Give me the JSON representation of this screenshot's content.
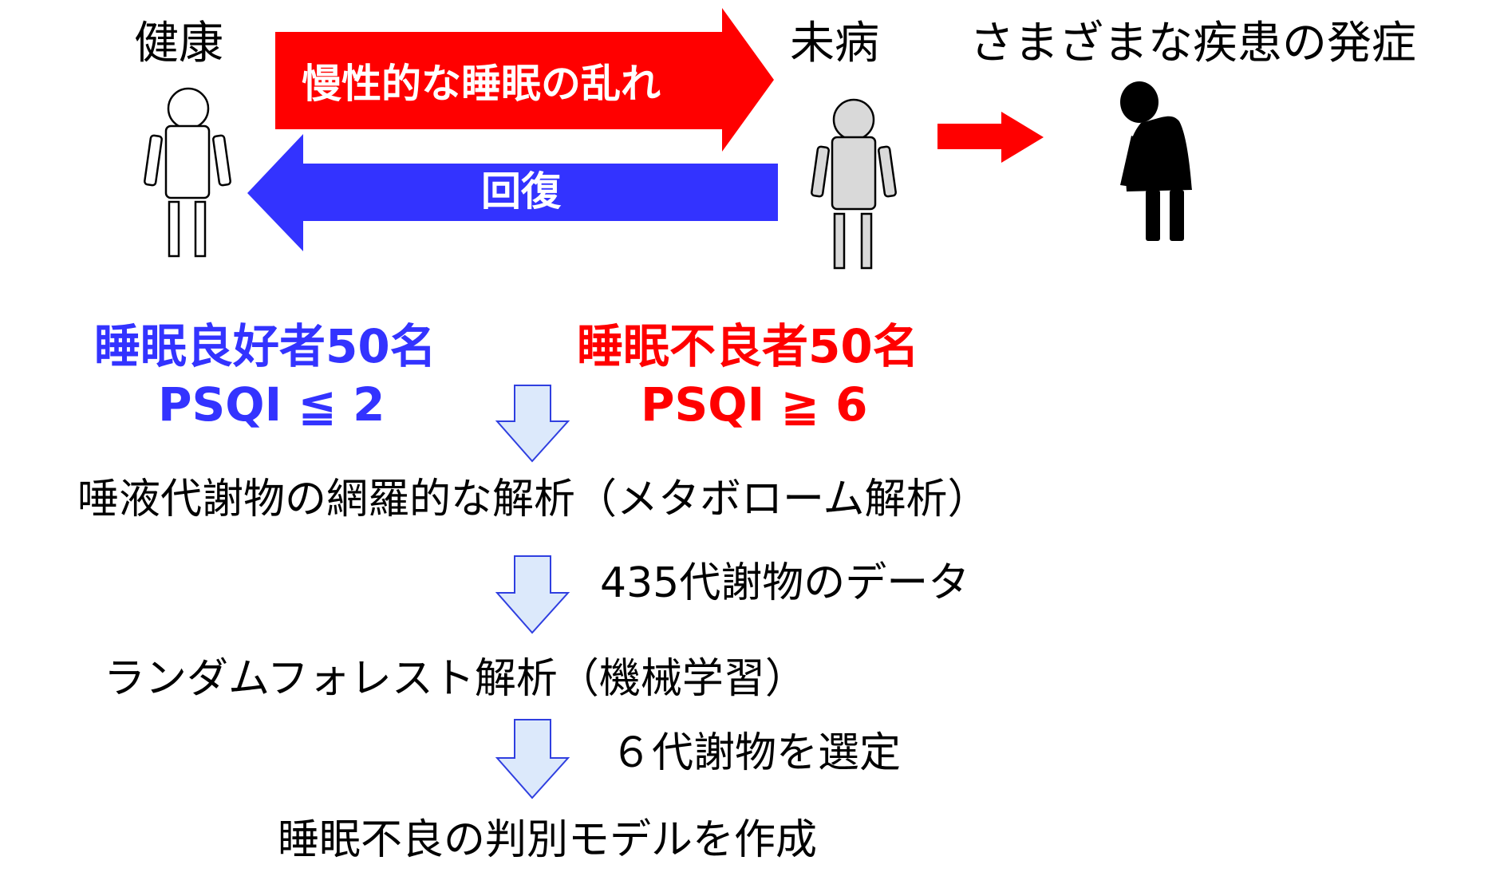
{
  "states": {
    "healthy": "健康",
    "pre_disease": "未病",
    "onset": "さまざまな疾患の発症"
  },
  "arrows": {
    "forward": "慢性的な睡眠の乱れ",
    "back": "回復"
  },
  "groups": {
    "good": {
      "name": "睡眠良好者50名",
      "criterion": "PSQI ≦ 2"
    },
    "poor": {
      "name": "睡眠不良者50名",
      "criterion": "PSQI ≧ 6"
    }
  },
  "steps": {
    "analysis": "唾液代謝物の網羅的な解析（メタボローム解析）",
    "data_note": "435代謝物のデータ",
    "ml": "ランダムフォレスト解析（機械学習）",
    "select_note": "６代謝物を選定",
    "model": "睡眠不良の判別モデルを作成"
  },
  "colors": {
    "red": "#ff0000",
    "blue": "#3333ff",
    "flow_arrow_fill": "#dce9fb",
    "flow_arrow_stroke": "#2f3fe0",
    "figure_gray": "#d9d9d9"
  }
}
